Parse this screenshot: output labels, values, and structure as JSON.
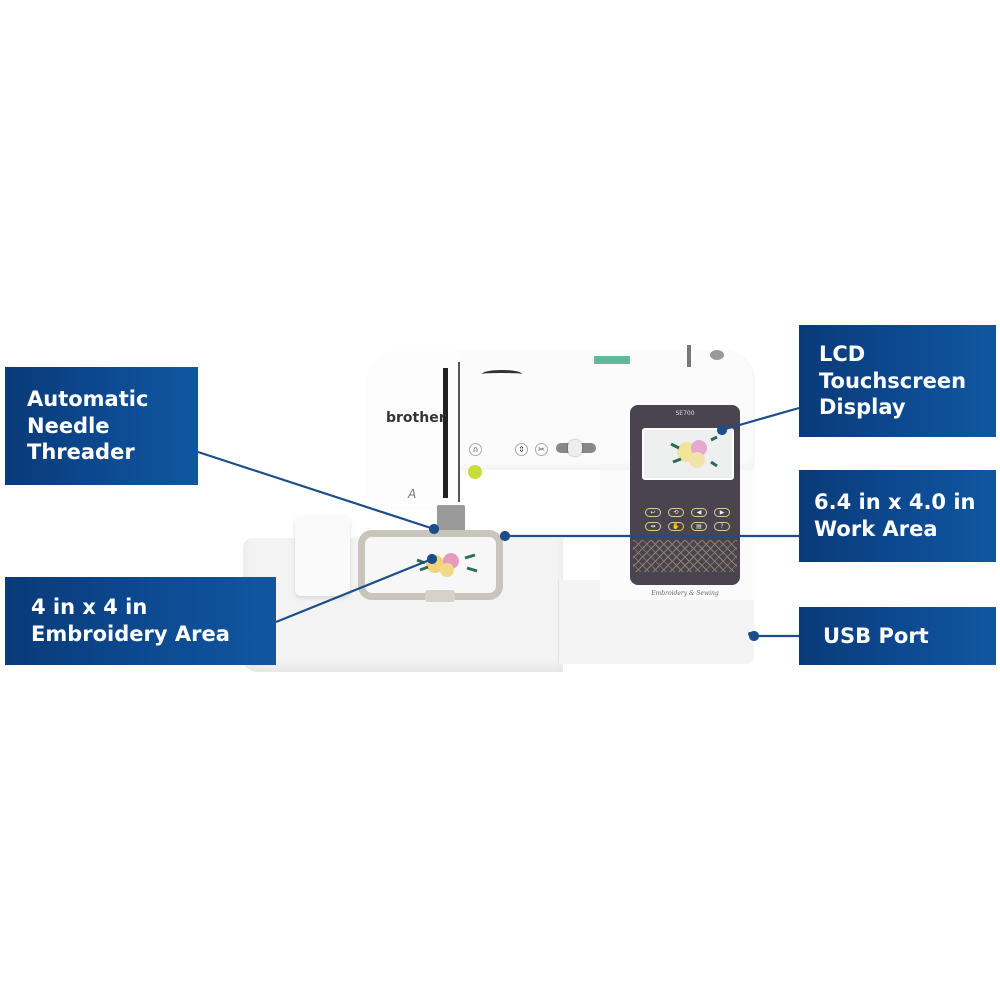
{
  "product": {
    "brand": "brother",
    "model": "SE700",
    "model_mark": "A",
    "tagline": "Embroidery & Sewing"
  },
  "callouts": [
    {
      "id": "needle-threader",
      "lines": [
        "Automatic",
        "Needle",
        "Threader"
      ]
    },
    {
      "id": "lcd-display",
      "lines": [
        "LCD",
        "Touchscreen",
        "Display"
      ]
    },
    {
      "id": "work-area",
      "lines": [
        "6.4 in x 4.0 in",
        "Work Area"
      ]
    },
    {
      "id": "embroidery-area",
      "lines": [
        "4 in x 4 in",
        "Embroidery Area"
      ]
    },
    {
      "id": "usb-port",
      "lines": [
        "USB Port"
      ]
    }
  ],
  "panel": {
    "buttons": [
      {
        "icon": "back-icon",
        "glyph": "↩"
      },
      {
        "icon": "thread-icon",
        "glyph": "⟲"
      },
      {
        "icon": "left-arrow-icon",
        "glyph": "◀"
      },
      {
        "icon": "right-arrow-icon",
        "glyph": "▶"
      },
      {
        "icon": "mirror-icon",
        "glyph": "⇹"
      },
      {
        "icon": "hand-icon",
        "glyph": "✋"
      },
      {
        "icon": "file-icon",
        "glyph": "▤"
      },
      {
        "icon": "help-icon",
        "glyph": "?"
      }
    ]
  },
  "machine_buttons": [
    {
      "icon": "reverse-stitch-icon",
      "glyph": "∩"
    },
    {
      "icon": "needle-position-icon",
      "glyph": "⇕"
    },
    {
      "icon": "thread-cutter-icon",
      "glyph": "✂"
    }
  ],
  "colors": {
    "callout_bg_dark": "#0a3a78",
    "callout_bg_light": "#10579f",
    "leader_line": "#1d4e8a",
    "panel_bg": "#4a4350",
    "start_stop_button": "#c8dc3a"
  }
}
